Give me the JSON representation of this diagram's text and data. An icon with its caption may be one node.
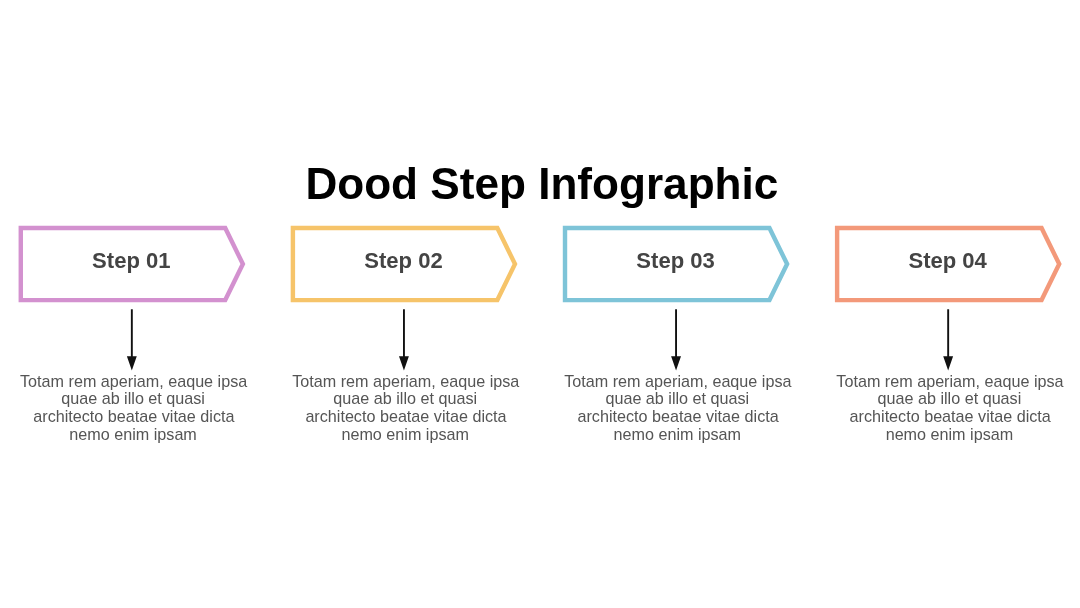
{
  "diagram": {
    "title": "Dood Step Infographic",
    "nodes": [
      {
        "text": [
          "Step 01"
        ]
      },
      {
        "text": [
          "Step 02"
        ]
      },
      {
        "text": [
          "Step 03"
        ]
      },
      {
        "text": [
          "Step 04"
        ]
      },
      {
        "text": [
          "Totam rem aperiam, eaque ipsa quae ab illo et quasi architecto beatae vitae dicta nemo enim ipsam"
        ]
      },
      {
        "text": [
          "Totam rem aperiam, eaque ipsa quae ab illo et quasi architecto beatae vitae dicta nemo enim ipsam"
        ]
      },
      {
        "text": [
          "Totam rem aperiam, eaque ipsa quae ab illo et quasi architecto beatae vitae dicta nemo enim ipsam"
        ]
      },
      {
        "text": [
          "Totam rem aperiam, eaque ipsa quae ab illo et quasi architecto beatae vitae dicta nemo enim ipsam"
        ]
      }
    ],
    "edges": [
      {
        "from": 0,
        "to": 4,
        "arrow": "to"
      },
      {
        "from": 1,
        "to": 5,
        "arrow": "to"
      },
      {
        "from": 2,
        "to": 6,
        "arrow": "to"
      },
      {
        "from": 3,
        "to": 7,
        "arrow": "to"
      }
    ]
  }
}
